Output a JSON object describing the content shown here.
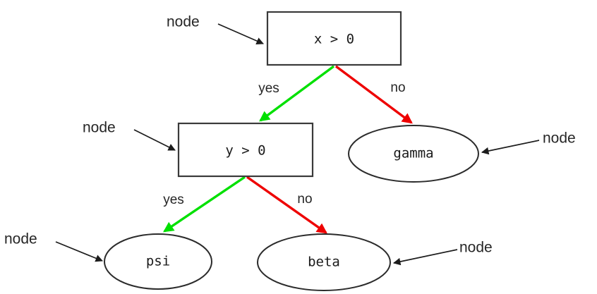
{
  "diagram": {
    "type": "decision-tree",
    "background_color": "#ffffff",
    "colors": {
      "yes_edge": "#00e000",
      "no_edge": "#ee0000",
      "box_stroke": "#3a3a3a",
      "ellipse_stroke": "#2b2b2b",
      "text": "#1a1a1a",
      "callout": "#1c1c1c"
    },
    "nodes": {
      "root": {
        "label": "x > 0",
        "shape": "rectangle"
      },
      "second": {
        "label": "y > 0",
        "shape": "rectangle"
      },
      "gamma": {
        "label": "gamma",
        "shape": "ellipse"
      },
      "psi": {
        "label": "psi",
        "shape": "ellipse"
      },
      "beta": {
        "label": "beta",
        "shape": "ellipse"
      }
    },
    "edges": {
      "root_yes": {
        "label": "yes",
        "color": "#00e000",
        "from": "root",
        "to": "second"
      },
      "root_no": {
        "label": "no",
        "color": "#ee0000",
        "from": "root",
        "to": "gamma"
      },
      "second_yes": {
        "label": "yes",
        "color": "#00e000",
        "from": "second",
        "to": "psi"
      },
      "second_no": {
        "label": "no",
        "color": "#ee0000",
        "from": "second",
        "to": "beta"
      }
    },
    "callouts": [
      {
        "id": "callout-root",
        "label": "node",
        "target": "root"
      },
      {
        "id": "callout-second",
        "label": "node",
        "target": "second"
      },
      {
        "id": "callout-gamma",
        "label": "node",
        "target": "gamma"
      },
      {
        "id": "callout-psi",
        "label": "node",
        "target": "psi"
      },
      {
        "id": "callout-beta",
        "label": "node",
        "target": "beta"
      }
    ]
  }
}
